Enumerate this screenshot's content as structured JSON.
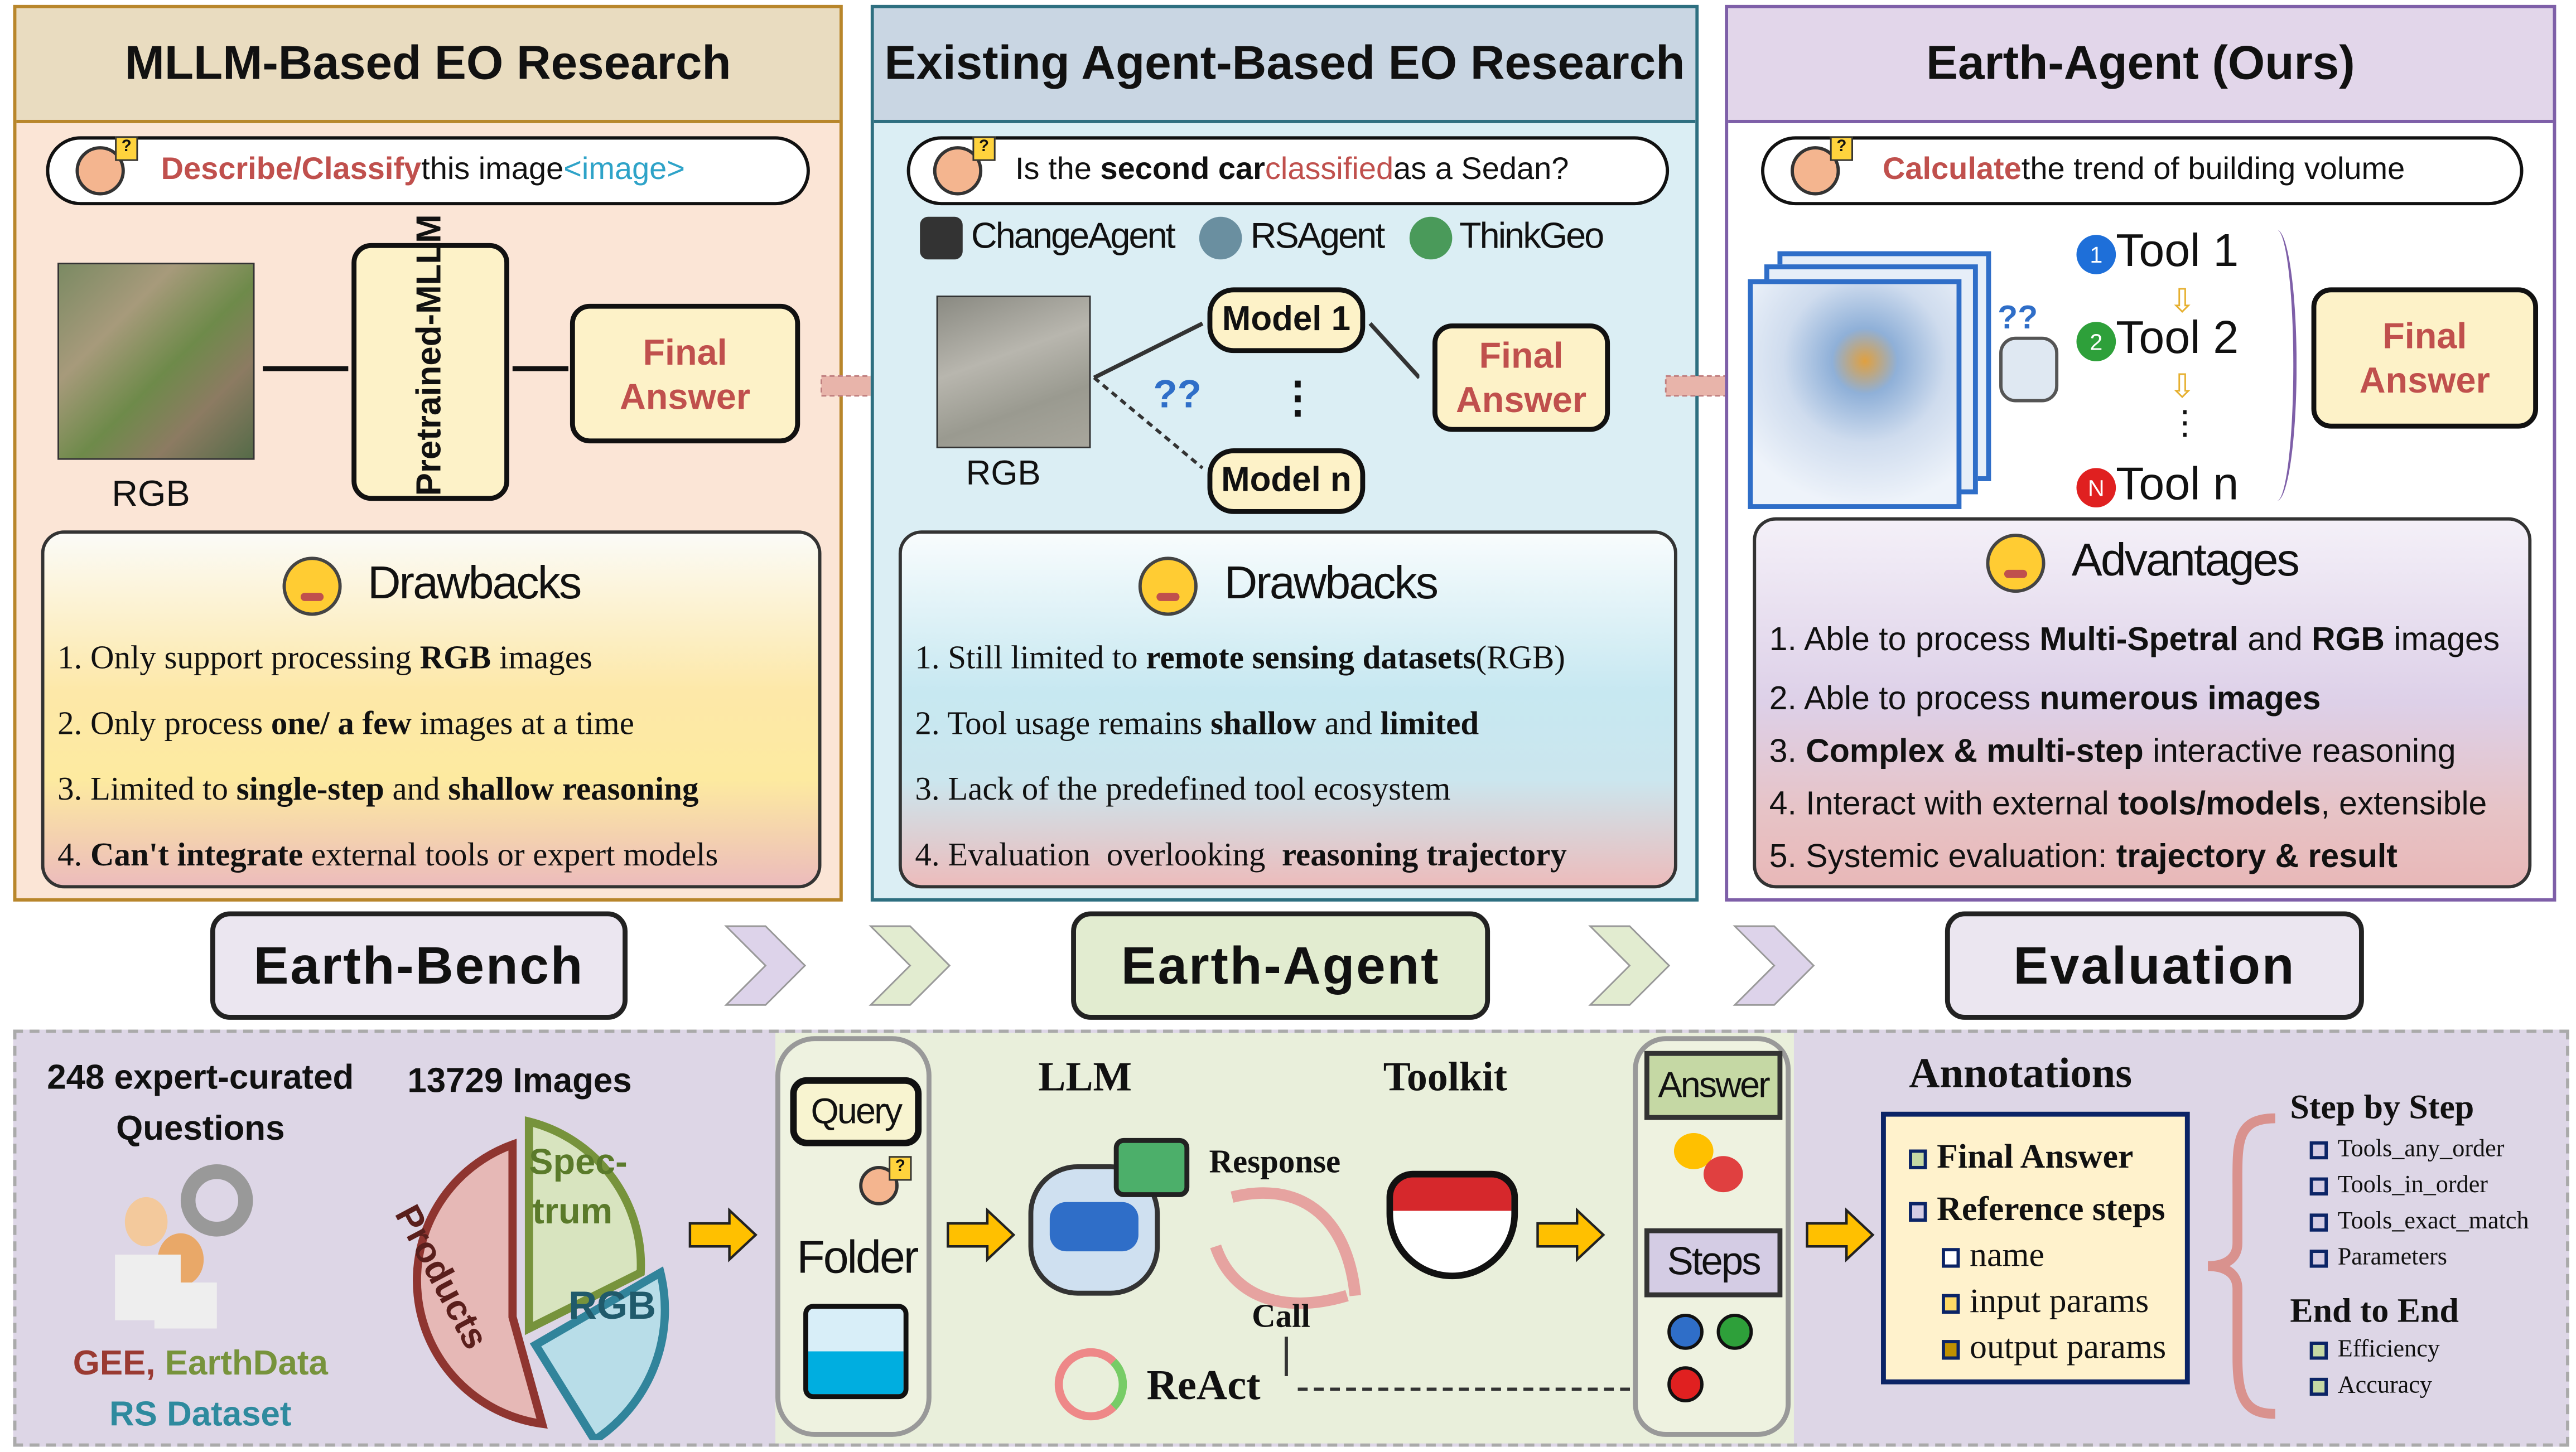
{
  "panels": {
    "mllm": {
      "title": "MLLM-Based EO Research",
      "query_highlight": "Describe/Classify",
      "query_mid": " this image",
      "query_tag": "<image>",
      "image_label": "RGB",
      "model_label": "Pretrained-MLLM",
      "answer": "Final Answer",
      "section": "Drawbacks",
      "items": [
        [
          "1. Only support processing ",
          "RGB",
          " images"
        ],
        [
          "2. Only process ",
          "one/ a few",
          " images at a time"
        ],
        [
          "3. Limited to ",
          "single-step",
          " and ",
          "shallow reasoning"
        ],
        [
          "4. ",
          "Can't integrate",
          " external tools or expert models"
        ]
      ]
    },
    "agent": {
      "title": "Existing Agent-Based EO Research",
      "query_a": "Is the ",
      "query_b": "second car",
      "query_c": " classified",
      "query_d": " as a Sedan?",
      "agents": [
        "ChangeAgent",
        "RSAgent",
        "ThinkGeo"
      ],
      "image_label": "RGB",
      "model1": "Model 1",
      "modeln": "Model n",
      "dots": "⋮",
      "answer": "Final Answer",
      "section": "Drawbacks",
      "items": [
        [
          "1. Still limited to ",
          "remote sensing datasets",
          "(RGB)"
        ],
        [
          "2. Tool usage remains ",
          "shallow",
          " and ",
          "limited"
        ],
        [
          "3. Lack of the predefined tool ecosystem"
        ],
        [
          "4. Evaluation  overlooking  ",
          "reasoning trajectory"
        ]
      ]
    },
    "earth": {
      "title": "Earth-Agent (Ours)",
      "query_highlight": "Calculate",
      "query_rest": " the trend of building volume",
      "tools": [
        {
          "badge": "1",
          "label": "Tool 1"
        },
        {
          "badge": "2",
          "label": "Tool 2"
        },
        {
          "badge": "N",
          "label": "Tool n"
        }
      ],
      "dots": "⋮",
      "answer": "Final Answer",
      "section": "Advantages",
      "items": [
        [
          "1. Able to process ",
          "Multi-Spetral",
          " and ",
          "RGB",
          " images"
        ],
        [
          "2. Able to process ",
          "numerous images"
        ],
        [
          "3. ",
          "Complex & multi-step",
          " interactive reasoning"
        ],
        [
          "4. Interact with external ",
          "tools/models",
          ", extensible"
        ],
        [
          "5. Systemic evaluation: ",
          "trajectory & result"
        ]
      ]
    }
  },
  "stages": [
    "Earth-Bench",
    "Earth-Agent",
    "Evaluation"
  ],
  "bench": {
    "questions_a": "248 expert-curated",
    "questions_b": "Questions",
    "images": "13729 Images",
    "pie": [
      "Spec-",
      "trum",
      "RGB",
      "Products"
    ],
    "src_a": "GEE,",
    "src_b": " EarthData",
    "src_c": "RS Dataset"
  },
  "agent_flow": {
    "query": "Query",
    "folder": "Folder",
    "llm": "LLM",
    "toolkit": "Toolkit",
    "response": "Response",
    "call": "Call",
    "react": "ReAct",
    "answer": "Answer",
    "steps": "Steps"
  },
  "annotations": {
    "title": "Annotations",
    "items": [
      {
        "label": "Final Answer",
        "color": "#c5d8a4"
      },
      {
        "label": "Reference steps",
        "color": "#d4cce4"
      },
      {
        "label": "name",
        "color": "#ffffff"
      },
      {
        "label": "input params",
        "color": "#ffd966"
      },
      {
        "label": "output params",
        "color": "#bf9000"
      }
    ]
  },
  "evaluation": {
    "step_title": "Step by Step",
    "step_items": [
      "Tools_any_order",
      "Tools_in_order",
      "Tools_exact_match",
      "Parameters"
    ],
    "end_title": "End to End",
    "end_items": [
      "Efficiency",
      "Accuracy"
    ]
  },
  "colors": {
    "red": "#c0504d",
    "teal": "#2e8a9e",
    "green": "#77933c"
  }
}
